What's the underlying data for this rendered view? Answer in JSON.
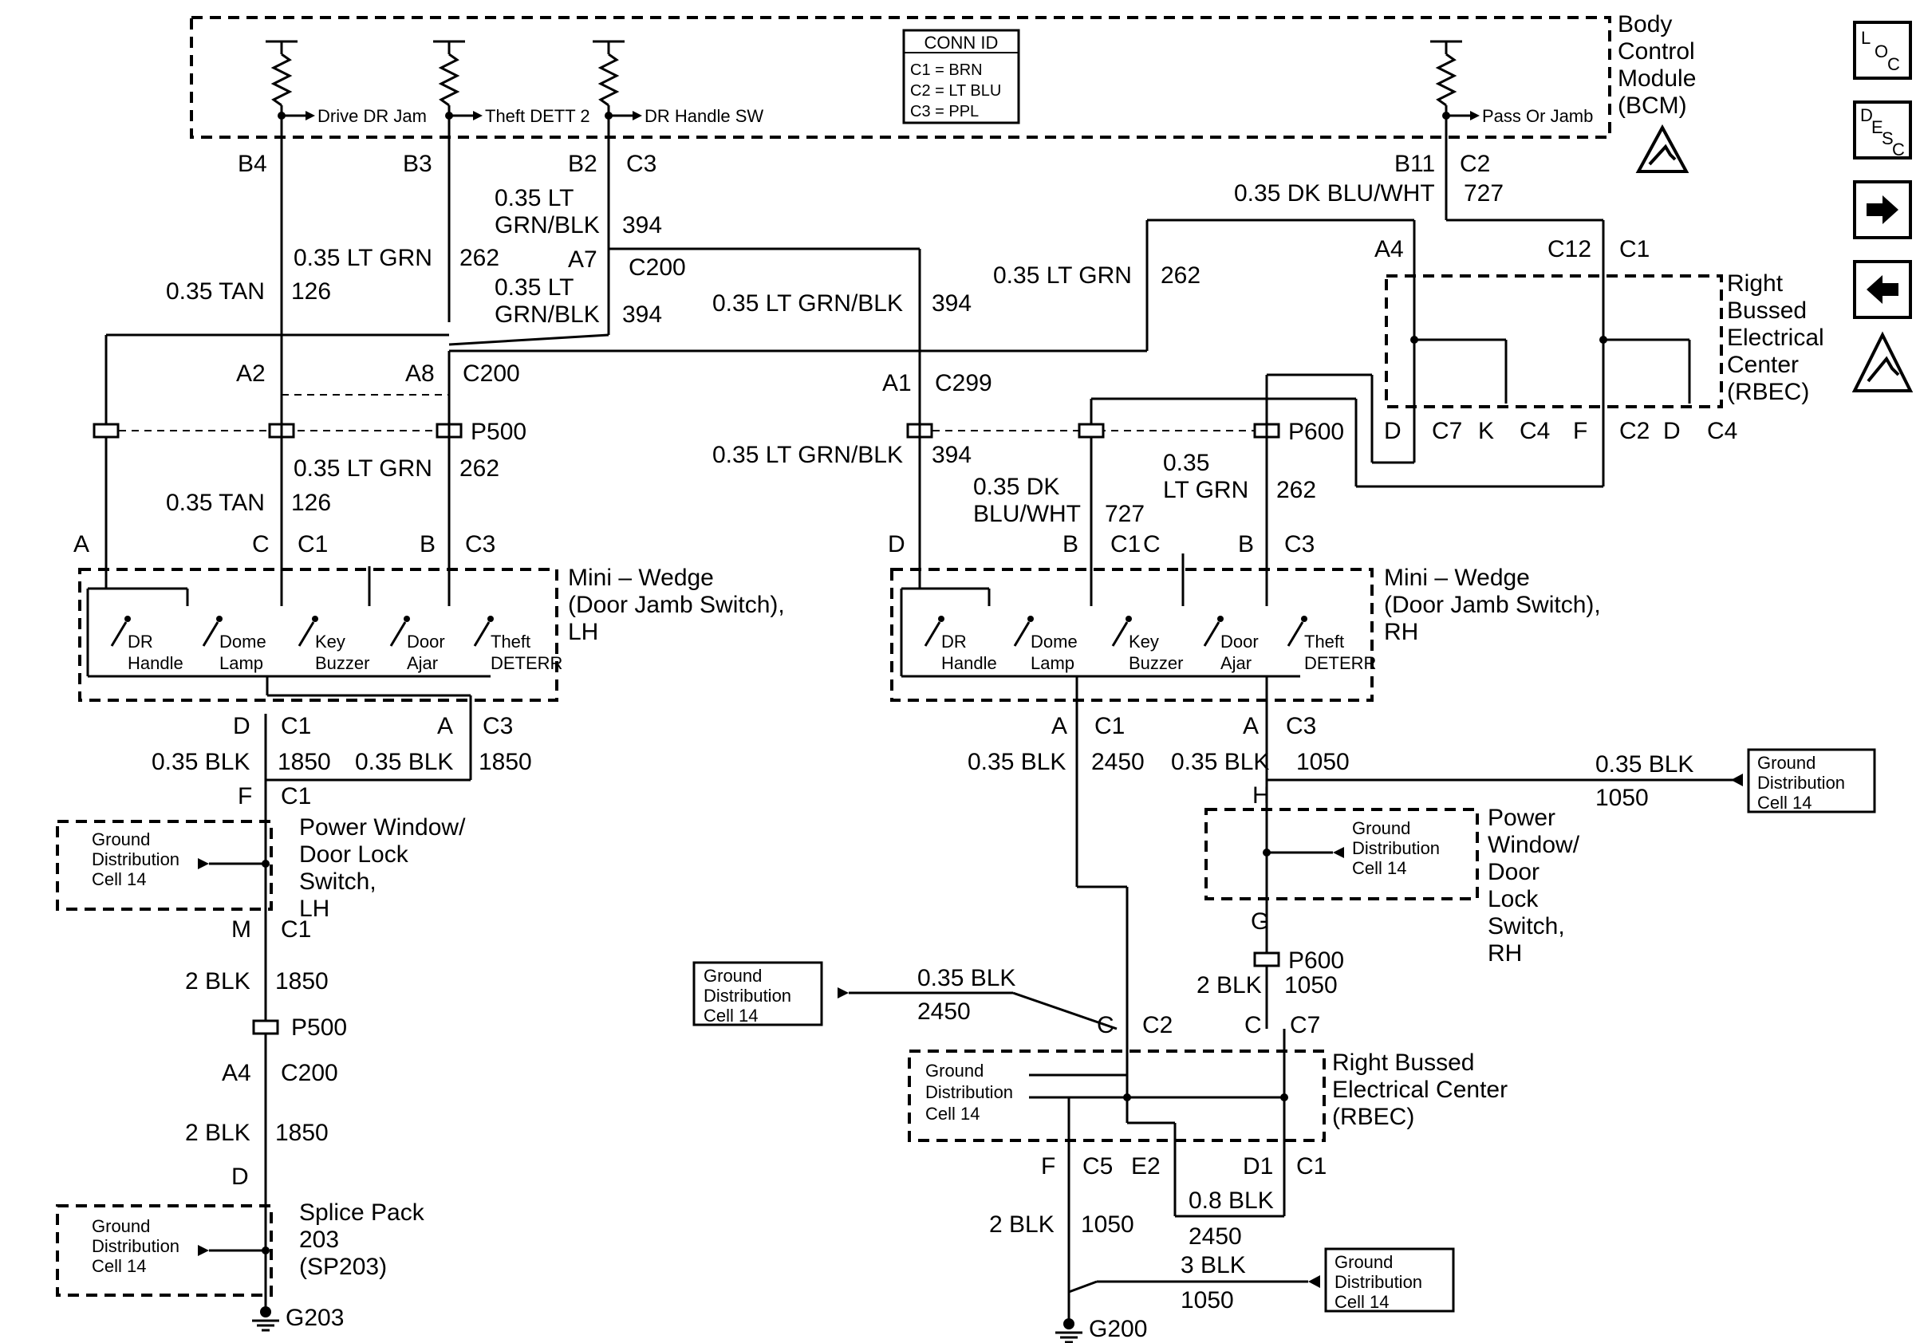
{
  "modules": {
    "bcm": [
      "Body",
      "Control",
      "Module",
      "(BCM)"
    ],
    "rbec_top": [
      "Right",
      "Bussed",
      "Electrical",
      "Center",
      "(RBEC)"
    ],
    "mini_wedge_lh": [
      "Mini – Wedge",
      "(Door Jamb Switch),",
      "LH"
    ],
    "mini_wedge_rh": [
      "Mini – Wedge",
      "(Door Jamb Switch),",
      "RH"
    ],
    "pwr_lh": [
      "Power Window/",
      "Door Lock",
      "Switch,",
      "LH"
    ],
    "pwr_rh": [
      "Power",
      "Window/",
      "Door",
      "Lock",
      "Switch,",
      "RH"
    ],
    "splice": [
      "Splice Pack",
      "203",
      "(SP203)"
    ],
    "rbec_bottom": [
      "Right Bussed",
      "Electrical Center",
      "(RBEC)"
    ]
  },
  "conn_id": [
    "CONN ID",
    "C1 = BRN",
    "C2 = LT BLU",
    "C3 = PPL"
  ],
  "bcm_inputs": [
    "Drive DR Jam",
    "Theft DETT 2",
    "DR Handle SW",
    "Pass Or Jamb"
  ],
  "ground_dist": [
    "Ground",
    "Distribution",
    "Cell 14"
  ],
  "switch_labels": [
    [
      "DR",
      "Handle"
    ],
    [
      "Dome",
      "Lamp"
    ],
    [
      "Key",
      "Buzzer"
    ],
    [
      "Door",
      "Ajar"
    ],
    [
      "Theft",
      "DETERR"
    ]
  ],
  "pins": {
    "b4": "B4",
    "b3": "B3",
    "b2": "B2",
    "c3": "C3",
    "b11": "B11",
    "c2": "C2",
    "a7": "A7",
    "c200": "C200",
    "a2": "A2",
    "a8": "A8",
    "a1": "A1",
    "c299": "C299",
    "a4": "A4",
    "c12": "C12",
    "c1": "C1",
    "d": "D",
    "c7": "C7",
    "k": "K",
    "c4": "C4",
    "f": "F",
    "a": "A",
    "c": "C",
    "b": "B",
    "m": "M",
    "h": "H",
    "g": "G",
    "e2": "E2",
    "d1": "D1",
    "c5": "C5"
  },
  "connectors": {
    "p500": "P500",
    "p600": "P600"
  },
  "wires": {
    "tan": "0.35 TAN",
    "c126": "126",
    "ltgrn": "0.35 LT GRN",
    "c262": "262",
    "ltgrnblk_a": "0.35 LT",
    "ltgrnblk_b": "GRN/BLK",
    "c394": "394",
    "ltgrnblk": "0.35 LT GRN/BLK",
    "dkbluwht": "0.35 DK BLU/WHT",
    "c727": "727",
    "dkblu_a": "0.35 DK",
    "dkblu_b": "BLU/WHT",
    "lt_a": "0.35",
    "lt_b": "LT GRN",
    "blk035": "0.35 BLK",
    "c1850": "1850",
    "c2450": "2450",
    "c1050": "1050",
    "blk2": "2 BLK",
    "blk08": "0.8 BLK",
    "blk3": "3 BLK"
  },
  "grounds": {
    "g203": "G203",
    "g200": "G200"
  },
  "side_icons": {
    "loc": [
      "L",
      "O",
      "C"
    ],
    "desc": [
      "D",
      "E",
      "S",
      "C"
    ]
  }
}
